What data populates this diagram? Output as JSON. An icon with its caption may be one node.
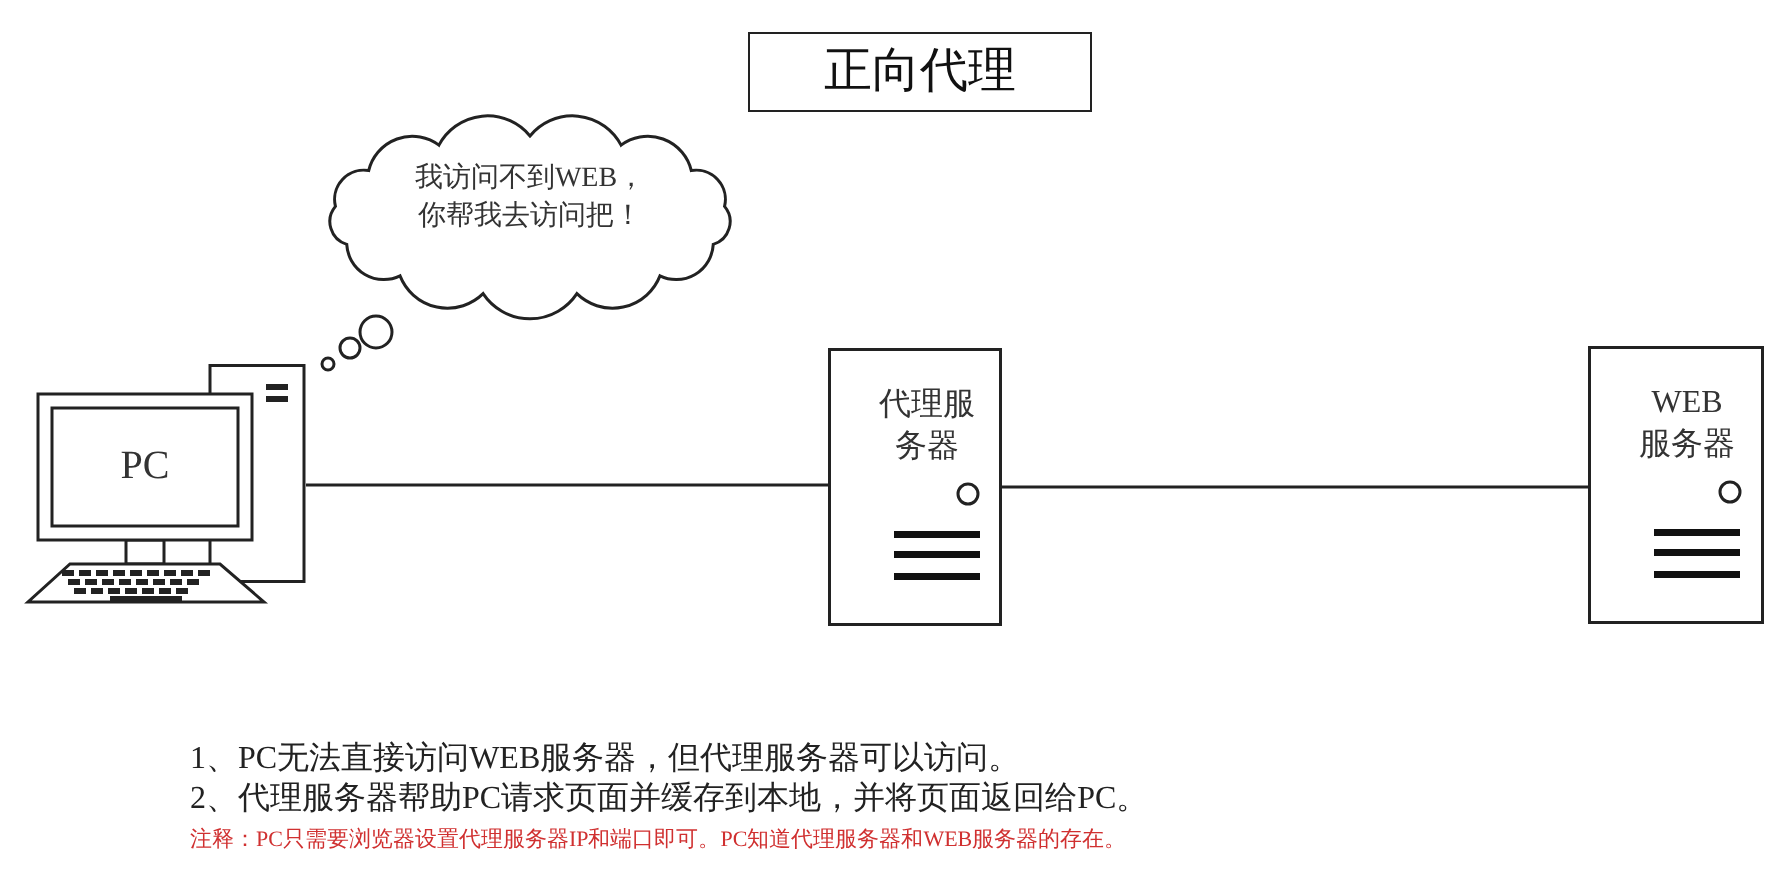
{
  "diagram": {
    "title": "正向代理",
    "nodes": [
      {
        "text": [
          "PC"
        ]
      },
      {
        "text": [
          "代理服务器"
        ]
      },
      {
        "text": [
          "WEB 服务器"
        ]
      },
      {
        "text": [
          "我访问不到WEB，你帮我去访问把！"
        ]
      }
    ],
    "edges": [
      {
        "from": 0,
        "to": 1,
        "arrow": "none"
      },
      {
        "from": 1,
        "to": 2,
        "arrow": "none"
      }
    ],
    "labels": [
      "1、PC无法直接访问WEB服务器，但代理服务器可以访问。",
      "2、代理服务器帮助PC请求页面并缓存到本地，并将页面返回给PC。",
      "注释：PC只需要浏览器设置代理服务器IP和端口即可。PC知道代理服务器和WEB服务器的存在。"
    ]
  }
}
